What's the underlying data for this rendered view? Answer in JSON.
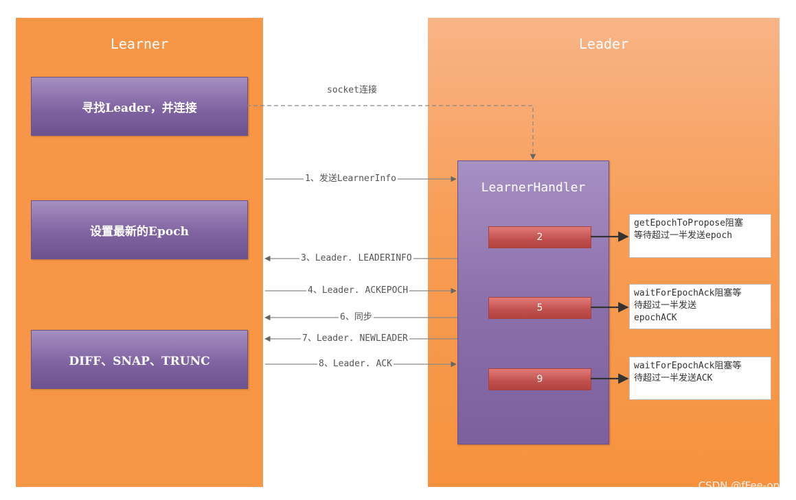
{
  "learner": {
    "title": "Learner",
    "boxes": [
      "寻找Leader，并连接",
      "设置最新的Epoch",
      "DIFF、SNAP、TRUNC"
    ]
  },
  "leader": {
    "title": "Leader",
    "handler_title": "LearnerHandler",
    "steps": [
      "2",
      "5",
      "9"
    ],
    "notes": [
      [
        "getEpochToPropose阻塞",
        "等待超过一半发送epoch"
      ],
      [
        "waitForEpochAck阻塞等",
        "待超过一半发送",
        "epochACK"
      ],
      [
        "waitForEpochAck阻塞等",
        "待超过一半发送ACK"
      ]
    ]
  },
  "messages": {
    "socket": "socket连接",
    "m1": "1、发送LearnerInfo",
    "m3": "3、Leader. LEADERINFO",
    "m4": "4、Leader. ACKEPOCH",
    "m6": "6、同步",
    "m7": "7、Leader. NEWLEADER",
    "m8": "8、Leader. ACK"
  },
  "watermark": "CSDN @fFee-ops",
  "colors": {
    "learner_panel": "#f79646",
    "leader_panel": "#f79d55",
    "purple": "#8064a2",
    "red": "#c0504d"
  }
}
